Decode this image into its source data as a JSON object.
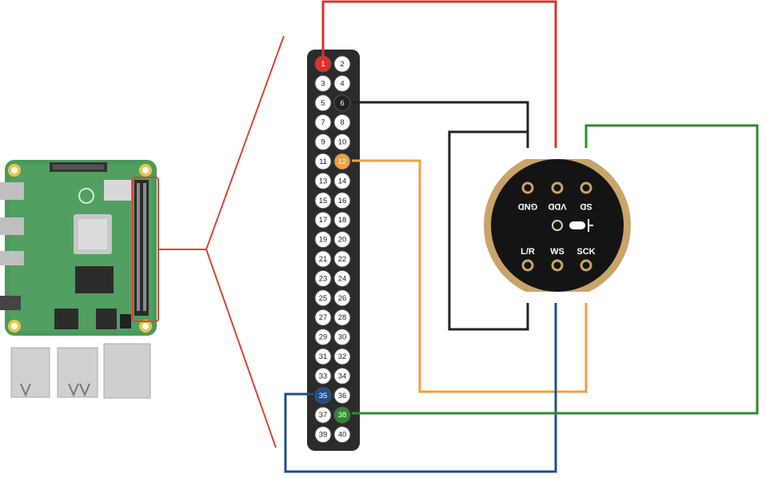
{
  "header": {
    "pins": [
      "1",
      "2",
      "3",
      "4",
      "5",
      "6",
      "7",
      "8",
      "9",
      "10",
      "11",
      "12",
      "13",
      "14",
      "15",
      "16",
      "17",
      "18",
      "19",
      "20",
      "21",
      "22",
      "23",
      "24",
      "25",
      "26",
      "27",
      "28",
      "29",
      "30",
      "31",
      "32",
      "33",
      "34",
      "35",
      "36",
      "37",
      "38",
      "39",
      "40"
    ],
    "highlighted_pins": {
      "1": "#d9332b",
      "6": "#222222",
      "12": "#f0a040",
      "35": "#1f4e8c",
      "38": "#2e8b2e"
    }
  },
  "microphone": {
    "top_labels": [
      "GND",
      "VDD",
      "SD"
    ],
    "bottom_labels": [
      "L/R",
      "WS",
      "SCK"
    ]
  },
  "colors": {
    "vdd_wire": "#d9332b",
    "gnd_wire": "#222222",
    "sck_wire": "#f0a040",
    "ws_wire": "#1f4e8c",
    "sd_wire": "#2e8b2e",
    "zoom_lines": "#d9452f",
    "pcb_green": "#4a9a5c",
    "mic_ring": "#c9a46a"
  },
  "icons": [
    "raspberry-pi-board",
    "microphone-icon"
  ]
}
